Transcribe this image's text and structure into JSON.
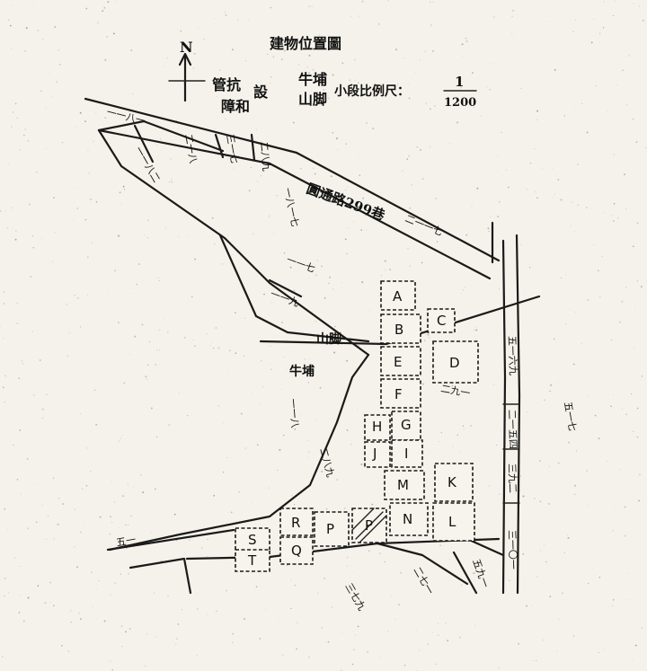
{
  "title": "建物位置圖",
  "north": "N",
  "notes": {
    "left_top": "管抗",
    "left_mid": "設",
    "left_bottom": "障和",
    "mid_top": "牛埔",
    "mid_bottom": "山脚"
  },
  "scale": {
    "label": "小段比例尺：",
    "numerator": "1",
    "denominator": "1200"
  },
  "road_label": "圓通路299巷",
  "area_labels": {
    "shanjiao": "山脚",
    "niupu": "牛埔"
  },
  "buildings": [
    "A",
    "B",
    "C",
    "D",
    "E",
    "F",
    "G",
    "H",
    "I",
    "J",
    "K",
    "L",
    "M",
    "N",
    "P",
    "P",
    "Q",
    "R",
    "S",
    "T"
  ],
  "parcel_numbers": [
    "一一八一",
    "二一八",
    "三一七",
    "二八九",
    "一一八二",
    "一八一七",
    "二一一七",
    "一一七",
    "一一九",
    "一一八",
    "二八九",
    "五一六九",
    "二一五四",
    "三九二",
    "三一〇一",
    "二九一",
    "五一七",
    "五九一",
    "二七一",
    "五一",
    "三七九"
  ]
}
